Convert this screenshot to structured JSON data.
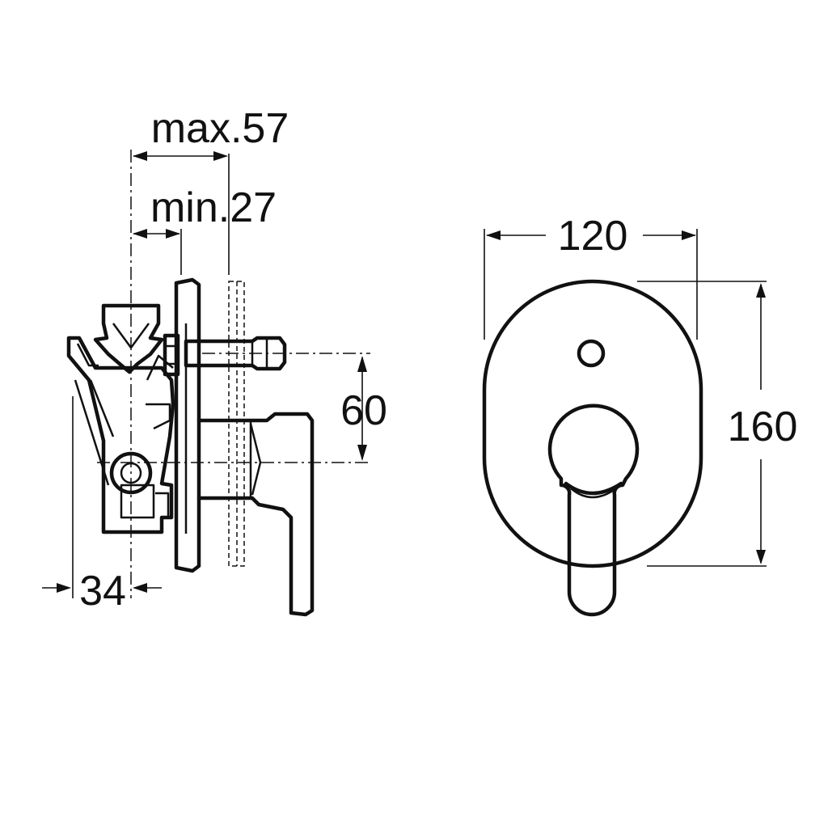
{
  "dimensions": {
    "max_depth": "max.57",
    "min_depth": "min.27",
    "outlet_spacing": "60",
    "body_offset": "34",
    "plate_width": "120",
    "plate_height": "160"
  }
}
